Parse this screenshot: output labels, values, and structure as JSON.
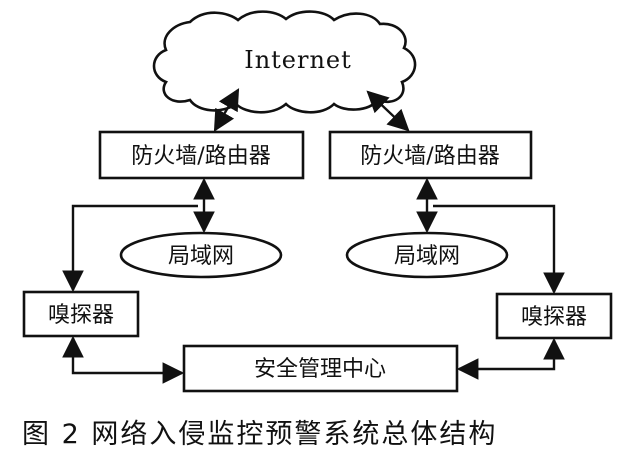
{
  "diagram": {
    "internet": "Internet",
    "firewall_left": "防火墙/路由器",
    "firewall_right": "防火墙/路由器",
    "lan_left": "局域网",
    "lan_right": "局域网",
    "sniffer_left": "嗅探器",
    "sniffer_right": "嗅探器",
    "center": "安全管理中心"
  },
  "caption": "图 2  网络入侵监控预警系统总体结构"
}
